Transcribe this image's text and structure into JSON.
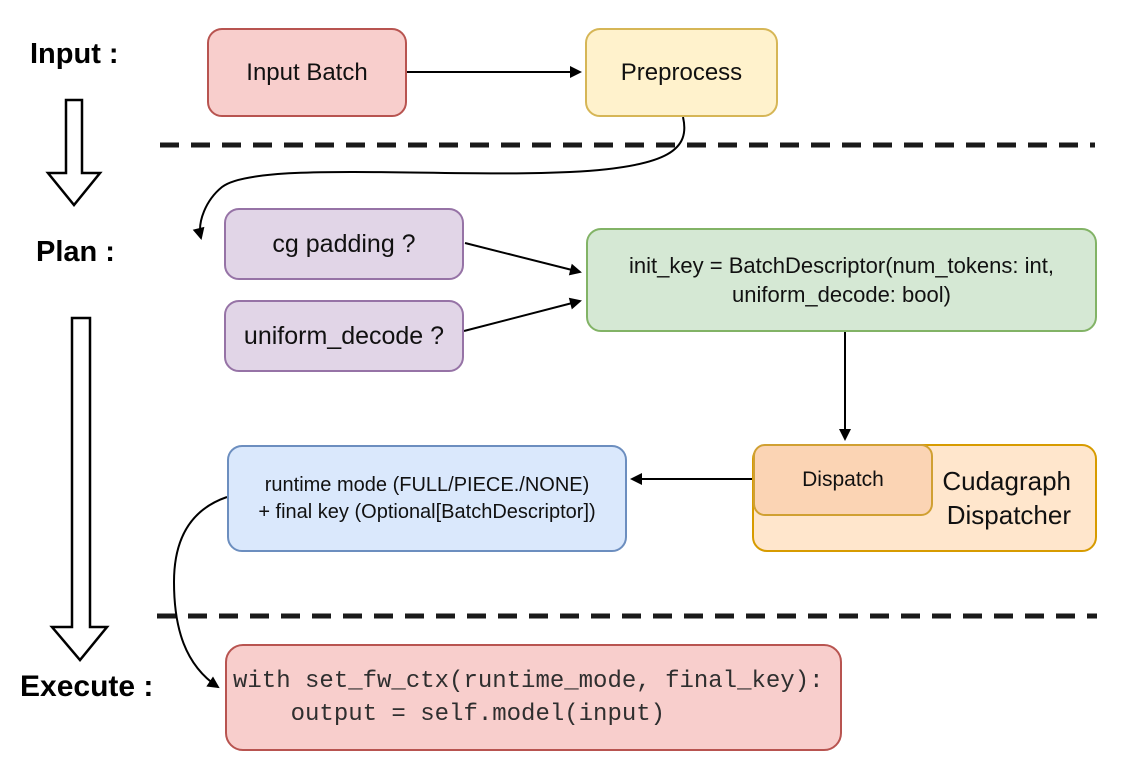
{
  "stages": {
    "input": {
      "label": "Input :"
    },
    "plan": {
      "label": "Plan :"
    },
    "execute": {
      "label": "Execute :"
    }
  },
  "nodes": {
    "input_batch": {
      "label": "Input Batch",
      "fill": "#f8cecc",
      "stroke": "#b85450"
    },
    "preprocess": {
      "label": "Preprocess",
      "fill": "#fff2cc",
      "stroke": "#d6b656"
    },
    "cg_padding": {
      "label": "cg padding ?",
      "fill": "#e1d5e7",
      "stroke": "#9673a6"
    },
    "uniform_decode": {
      "label": "uniform_decode ?",
      "fill": "#e1d5e7",
      "stroke": "#9673a6"
    },
    "init_key": {
      "line1": "init_key = BatchDescriptor(num_tokens: int,",
      "line2": "uniform_decode: bool)",
      "fill": "#d5e8d4",
      "stroke": "#82b366"
    },
    "dispatch": {
      "label": "Dispatch",
      "fill": "#fbd4b4",
      "stroke": "#d0a032"
    },
    "cudagraph_dispatcher": {
      "line1": "Cudagraph",
      "line2": "Dispatcher",
      "fill": "#ffe6cc",
      "stroke": "#d79b00"
    },
    "runtime_mode": {
      "line1": "runtime mode (FULL/PIECE./NONE)",
      "line2": "+ final key (Optional[BatchDescriptor])",
      "fill": "#dae8fc",
      "stroke": "#6c8ebf"
    },
    "execute_code": {
      "line1": "with set_fw_ctx(runtime_mode, final_key):",
      "line2": "    output = self.model(input)",
      "fill": "#f8cecc",
      "stroke": "#b85450"
    }
  },
  "connectors": {
    "color": "#000000",
    "separator_style": "dashed"
  }
}
